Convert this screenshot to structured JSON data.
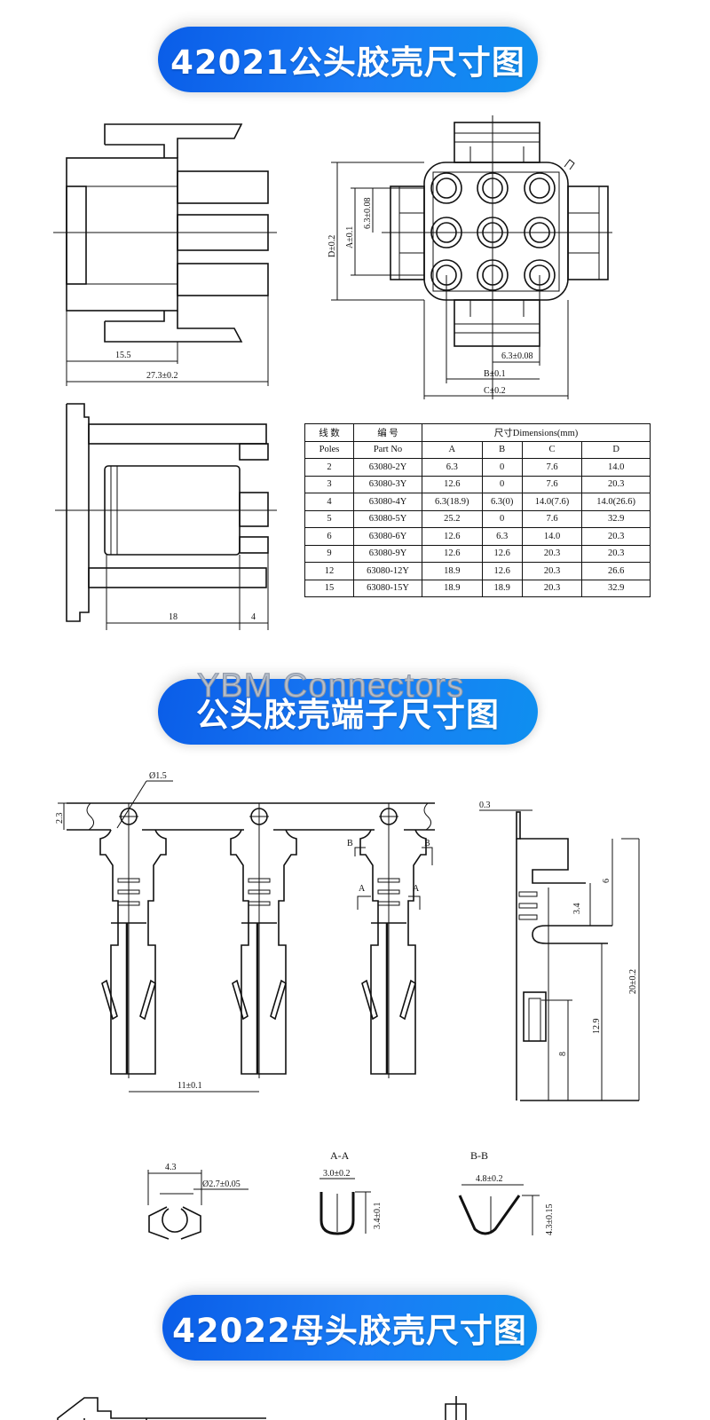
{
  "banners": {
    "male_housing": "42021公头胶壳尺寸图",
    "male_terminal": "公头胶壳端子尺寸图",
    "female_housing": "42022母头胶壳尺寸图"
  },
  "watermark": "YBM Connectors",
  "side_view": {
    "dim_inner": "15.5",
    "dim_total": "27.3±0.2"
  },
  "front_view": {
    "dim_d": "D±0.2",
    "dim_a": "A±0.1",
    "dim_pitch_v": "6.3±0.08",
    "dim_pitch_h": "6.3±0.08",
    "dim_b": "B±0.1",
    "dim_c": "C±0.2"
  },
  "lower_side_view": {
    "dim_body": "18",
    "dim_pin": "4"
  },
  "table": {
    "header_cn": [
      "线 数",
      "编 号",
      "尺寸Dimensions(mm)"
    ],
    "header_en": [
      "Poles",
      "Part No",
      "A",
      "B",
      "C",
      "D"
    ],
    "rows": [
      [
        "2",
        "63080-2Y",
        "6.3",
        "0",
        "7.6",
        "14.0"
      ],
      [
        "3",
        "63080-3Y",
        "12.6",
        "0",
        "7.6",
        "20.3"
      ],
      [
        "4",
        "63080-4Y",
        "6.3(18.9)",
        "6.3(0)",
        "14.0(7.6)",
        "14.0(26.6)"
      ],
      [
        "5",
        "63080-5Y",
        "25.2",
        "0",
        "7.6",
        "32.9"
      ],
      [
        "6",
        "63080-6Y",
        "12.6",
        "6.3",
        "14.0",
        "20.3"
      ],
      [
        "9",
        "63080-9Y",
        "12.6",
        "12.6",
        "20.3",
        "20.3"
      ],
      [
        "12",
        "63080-12Y",
        "18.9",
        "12.6",
        "20.3",
        "26.6"
      ],
      [
        "15",
        "63080-15Y",
        "18.9",
        "18.9",
        "20.3",
        "32.9"
      ]
    ]
  },
  "terminal": {
    "dim_hole": "Ø1.5",
    "dim_strip": "2.3",
    "dim_pitch": "11±0.1",
    "section_b": "B",
    "section_a": "A",
    "side_thickness": "0.3",
    "side_3_4": "3.4",
    "side_6": "6",
    "side_20": "20±0.2",
    "side_12_9": "12.9",
    "side_8": "8",
    "ring_width": "4.3",
    "ring_dia": "Ø2.7±0.05",
    "aa_title": "A-A",
    "aa_width": "3.0±0.2",
    "aa_height": "3.4±0.1",
    "bb_title": "B-B",
    "bb_width": "4.8±0.2",
    "bb_height": "4.3±0.15"
  }
}
